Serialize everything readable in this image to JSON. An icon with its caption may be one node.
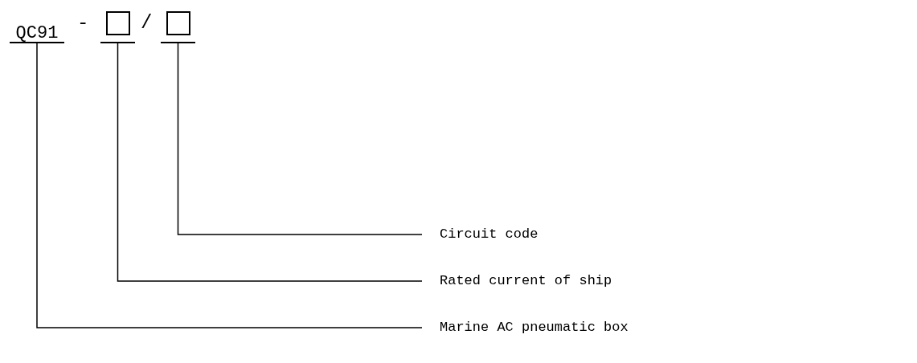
{
  "diagram": {
    "nodes": [
      {
        "text": [
          "QC91"
        ]
      },
      {
        "text": [],
        "shape": "box"
      },
      {
        "text": [],
        "shape": "box"
      },
      {
        "text": [
          "Circuit code"
        ]
      },
      {
        "text": [
          "Rated current of ship"
        ]
      },
      {
        "text": [
          "Marine AC pneumatic box"
        ]
      }
    ],
    "edges": [
      {
        "from": 3,
        "to": 2,
        "arrow": "none"
      },
      {
        "from": 4,
        "to": 1,
        "arrow": "none"
      },
      {
        "from": 5,
        "to": 0,
        "arrow": "none"
      }
    ],
    "labels": [
      "-",
      "/"
    ]
  }
}
